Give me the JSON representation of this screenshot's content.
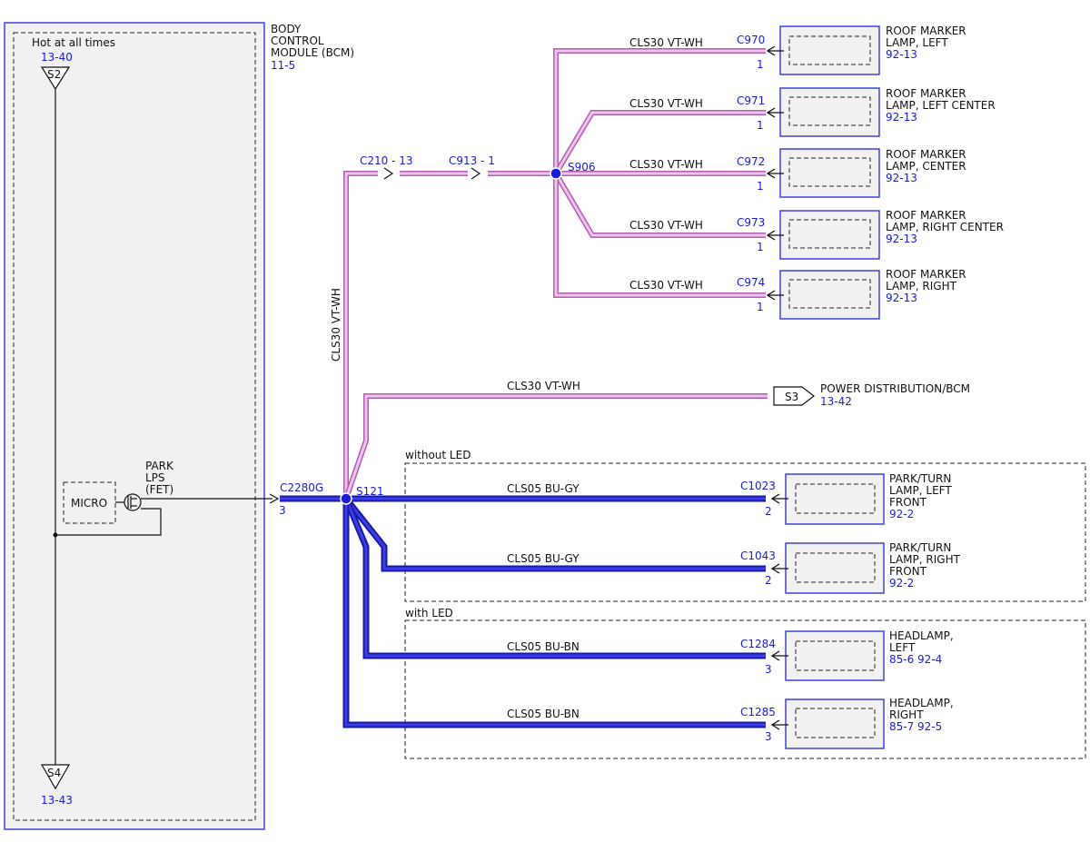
{
  "module": {
    "bcm_label_lines": [
      "BODY",
      "CONTROL",
      "MODULE (BCM)"
    ],
    "bcm_ref": "11-5",
    "hot_label": "Hot at all times",
    "s2_ref": "13-40",
    "s2_label": "S2",
    "s4_label": "S4",
    "s4_ref": "13-43",
    "micro_label": "MICRO",
    "switch_label_lines": [
      "PARK",
      "LPS",
      "(FET)"
    ],
    "out_connector": "C2280G",
    "out_pin": "3"
  },
  "splices": {
    "s121": "S121",
    "s906": "S906"
  },
  "trunk": {
    "vertical_label": "CLS30  VT-WH",
    "c210": "C210 - 13",
    "c913": "C913 - 1"
  },
  "roof_markers": [
    {
      "wire": "CLS30  VT-WH",
      "connector": "C970",
      "pin": "1",
      "name_lines": [
        "ROOF MARKER",
        "LAMP, LEFT"
      ],
      "ref": "92-13"
    },
    {
      "wire": "CLS30  VT-WH",
      "connector": "C971",
      "pin": "1",
      "name_lines": [
        "ROOF MARKER",
        "LAMP, LEFT CENTER"
      ],
      "ref": "92-13"
    },
    {
      "wire": "CLS30  VT-WH",
      "connector": "C972",
      "pin": "1",
      "name_lines": [
        "ROOF MARKER",
        "LAMP, CENTER"
      ],
      "ref": "92-13"
    },
    {
      "wire": "CLS30  VT-WH",
      "connector": "C973",
      "pin": "1",
      "name_lines": [
        "ROOF MARKER",
        "LAMP, RIGHT CENTER"
      ],
      "ref": "92-13"
    },
    {
      "wire": "CLS30  VT-WH",
      "connector": "C974",
      "pin": "1",
      "name_lines": [
        "ROOF MARKER",
        "LAMP, RIGHT"
      ],
      "ref": "92-13"
    }
  ],
  "power_dist": {
    "wire": "CLS30  VT-WH",
    "tag": "S3",
    "label": "POWER DISTRIBUTION/BCM",
    "ref": "13-42"
  },
  "without_led": {
    "label": "without LED",
    "lamps": [
      {
        "wire": "CLS05  BU-GY",
        "connector": "C1023",
        "pin": "2",
        "name_lines": [
          "PARK/TURN",
          "LAMP, LEFT",
          "FRONT"
        ],
        "ref": "92-2"
      },
      {
        "wire": "CLS05  BU-GY",
        "connector": "C1043",
        "pin": "2",
        "name_lines": [
          "PARK/TURN",
          "LAMP, RIGHT",
          "FRONT"
        ],
        "ref": "92-2"
      }
    ]
  },
  "with_led": {
    "label": "with LED",
    "lamps": [
      {
        "wire": "CLS05  BU-BN",
        "connector": "C1284",
        "pin": "3",
        "name_lines": [
          "HEADLAMP,",
          "LEFT"
        ],
        "ref": "85-6   92-4"
      },
      {
        "wire": "CLS05  BU-BN",
        "connector": "C1285",
        "pin": "3",
        "name_lines": [
          "HEADLAMP,",
          "RIGHT"
        ],
        "ref": "85-7   92-5"
      }
    ]
  },
  "colors": {
    "violet_outer": "#b25fae",
    "violet_inner": "#ecc3ec",
    "blue_outer": "#1a1a9e",
    "blue_inner": "#3b3bf0",
    "ref_text": "#1a1adb"
  }
}
